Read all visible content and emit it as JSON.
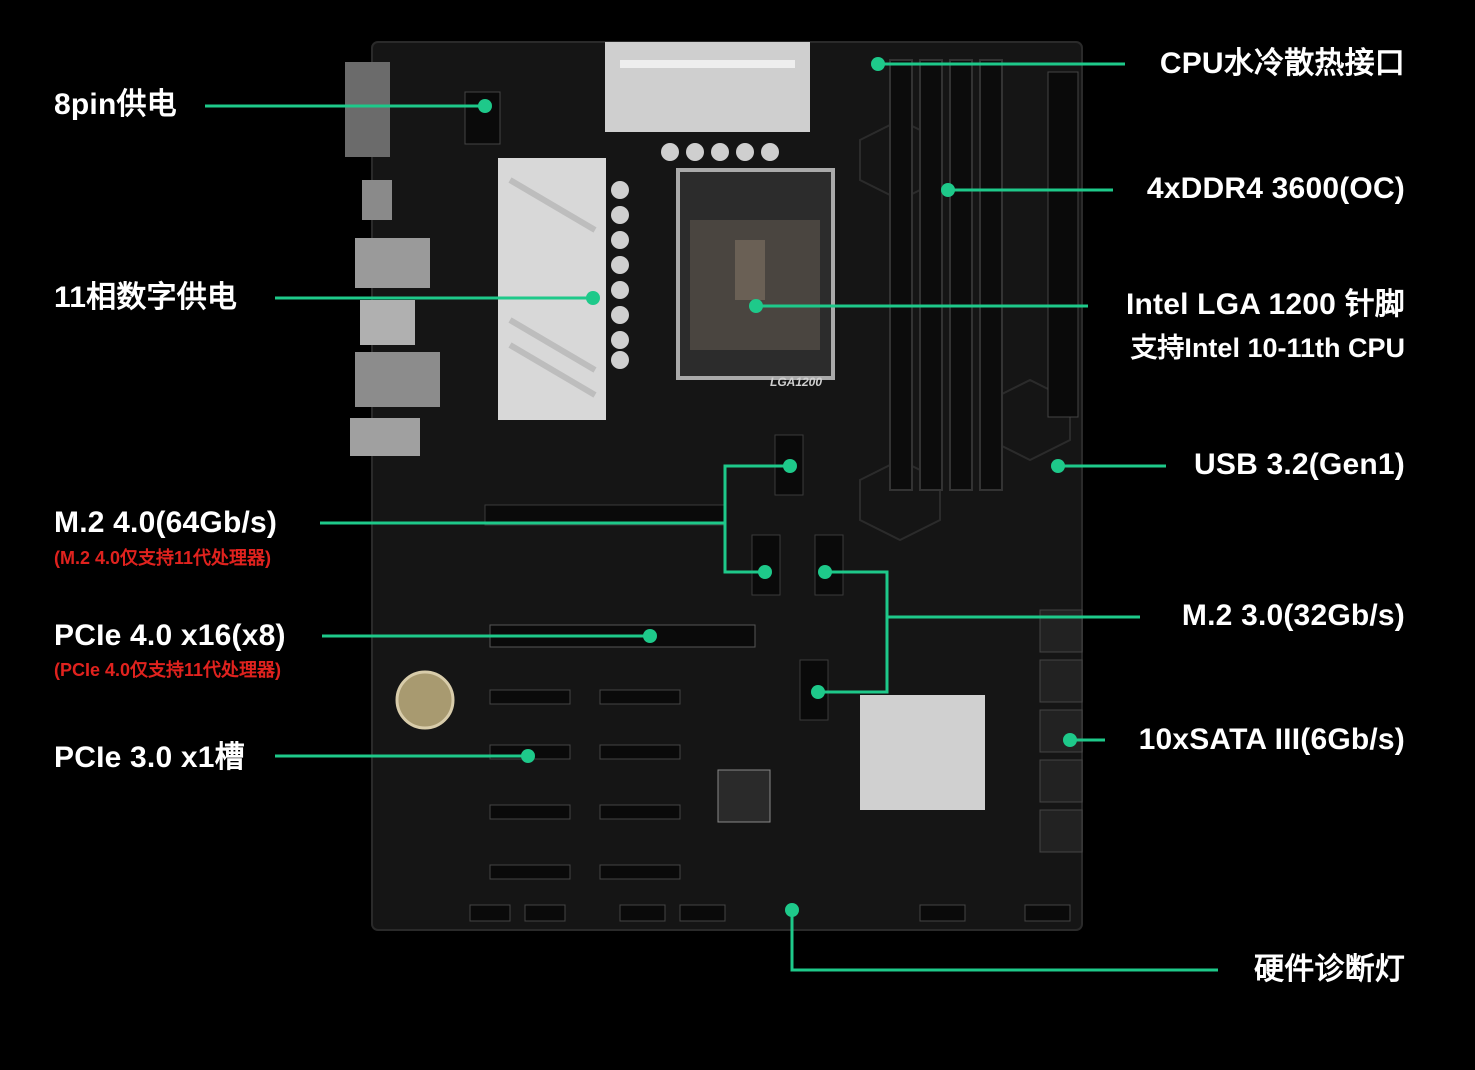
{
  "colors": {
    "background": "#000000",
    "accent_line": "#1ec98a",
    "label_text": "#ffffff",
    "note_text": "#e0221e",
    "board": "#141414",
    "heatsink": "#d6d6d6"
  },
  "callouts": {
    "pin8_power": "8pin供电",
    "vrm_phases": "11相数字供电",
    "m2_40": "M.2 4.0(64Gb/s)",
    "m2_40_note": "(M.2 4.0仅支持11代处理器)",
    "pcie_40": "PCIe 4.0 x16(x8)",
    "pcie_40_note": "(PCIe 4.0仅支持11代处理器)",
    "pcie_30": "PCIe 3.0 x1槽",
    "cpu_cooler": "CPU水冷散热接口",
    "ddr4": "4xDDR4 3600(OC)",
    "socket": "Intel LGA 1200 针脚",
    "socket_support": "支持Intel 10-11th CPU",
    "usb32": "USB 3.2(Gen1)",
    "m2_30": "M.2 3.0(32Gb/s)",
    "sata": "10xSATA III(6Gb/s)",
    "debug_led": "硬件诊断灯"
  },
  "board_marks": {
    "socket_print": "LGA1200"
  }
}
